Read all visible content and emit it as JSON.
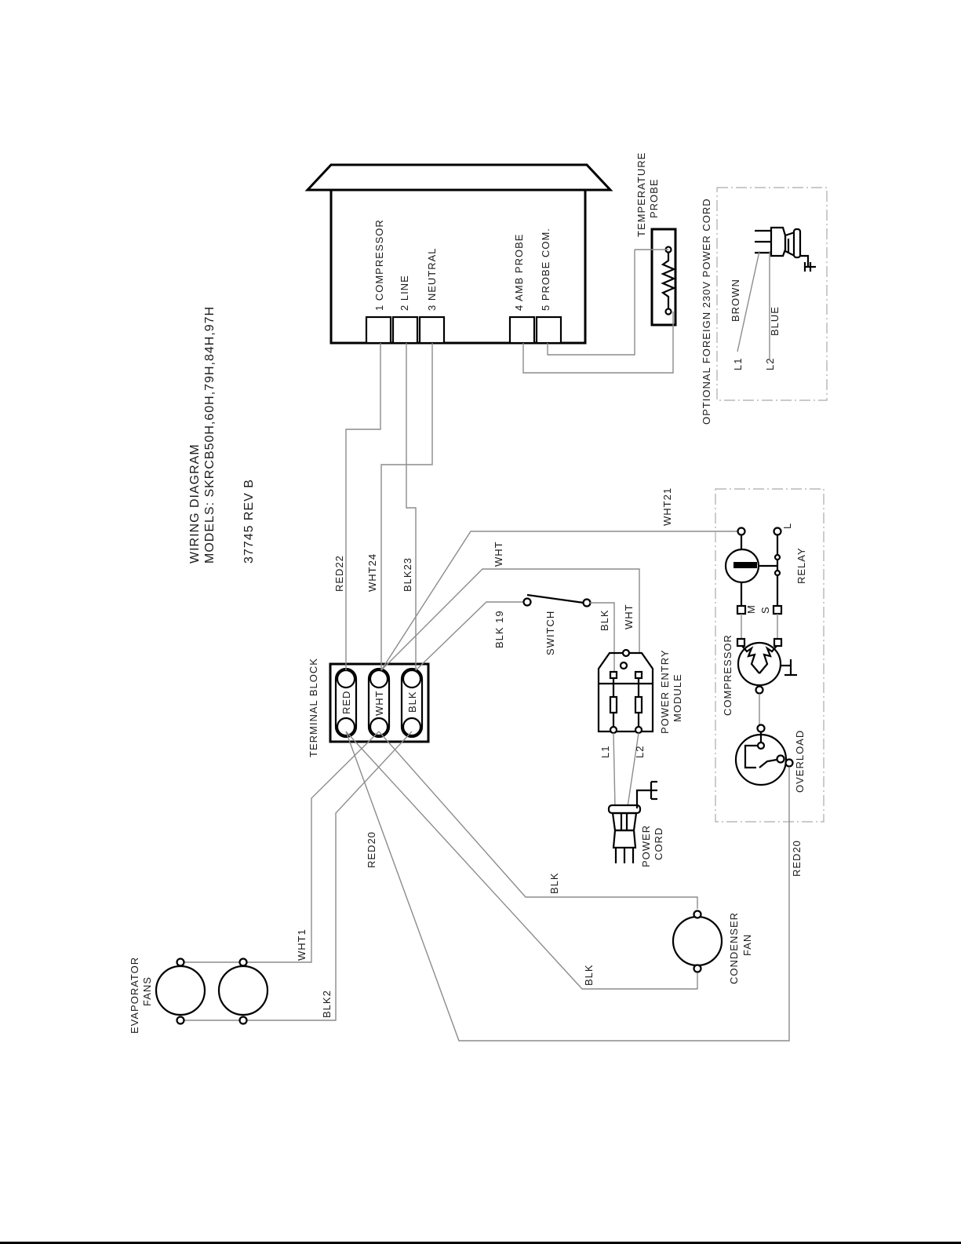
{
  "header": {
    "title": "WIRING DIAGRAM",
    "models": "MODELS:  SKRCB50H,60H,79H,84H,97H",
    "part_rev": "37745  REV B"
  },
  "controller": {
    "terminals": [
      "1 COMPRESSOR",
      "2 LINE",
      "3 NEUTRAL",
      "4 AMB PROBE",
      "5 PROBE COM."
    ]
  },
  "temperature_probe": {
    "label_line1": "TEMPERATURE",
    "label_line2": "PROBE"
  },
  "foreign_cord": {
    "title": "OPTIONAL FOREIGN 230V POWER CORD",
    "l1": "L1",
    "l1_color": "BROWN",
    "l2": "L2",
    "l2_color": "BLUE"
  },
  "terminal_block": {
    "label": "TERMINAL BLOCK",
    "posts": [
      "RED",
      "WHT",
      "BLK"
    ]
  },
  "wires": {
    "red22": "RED22",
    "wht24": "WHT24",
    "blk23": "BLK23",
    "wht21": "WHT21",
    "wht_a": "WHT",
    "blk19": "BLK 19",
    "blk_switch": "BLK",
    "wht_pem": "WHT",
    "l1": "L1",
    "l2": "L2",
    "red20_left": "RED20",
    "red20_right": "RED20",
    "wht1": "WHT1",
    "blk2": "BLK2",
    "blk_cond_top": "BLK",
    "blk_cond_bottom": "BLK"
  },
  "components": {
    "switch": "SWITCH",
    "pem_line1": "POWER ENTRY",
    "pem_line2": "MODULE",
    "power_cord_line1": "POWER",
    "power_cord_line2": "CORD",
    "compressor": "COMPRESSOR",
    "relay": "RELAY",
    "overload": "OVERLOAD",
    "relay_terminal_l": "L",
    "relay_terminal_m": "M",
    "relay_terminal_s": "S",
    "condenser_line1": "CONDENSER",
    "condenser_line2": "FAN",
    "evap_line1": "EVAPORATOR",
    "evap_line2": "FANS"
  }
}
